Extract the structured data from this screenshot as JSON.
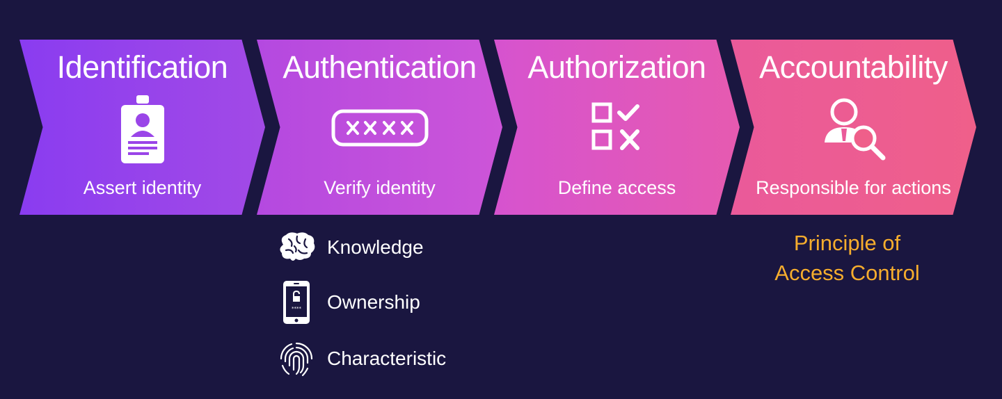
{
  "stages": [
    {
      "title": "Identification",
      "subtitle": "Assert identity",
      "icon": "id-badge-icon",
      "color_start": "#8a3cf0",
      "color_end": "#a24ae6"
    },
    {
      "title": "Authentication",
      "subtitle": "Verify identity",
      "icon": "password-field-icon",
      "color_start": "#b449e0",
      "color_end": "#cd55d8"
    },
    {
      "title": "Authorization",
      "subtitle": "Define access",
      "icon": "checklist-icon",
      "color_start": "#d653cf",
      "color_end": "#e65ab0"
    },
    {
      "title": "Accountability",
      "subtitle": "Responsible for actions",
      "icon": "audit-magnifier-icon",
      "color_start": "#ea5a9a",
      "color_end": "#ef5f8a"
    }
  ],
  "auth_factors": [
    {
      "label": "Knowledge",
      "icon": "brain-icon"
    },
    {
      "label": "Ownership",
      "icon": "smartphone-lock-icon"
    },
    {
      "label": "Characteristic",
      "icon": "fingerprint-icon"
    }
  ],
  "principle": {
    "line1": "Principle of",
    "line2": "Access Control",
    "color": "#f6ad2d"
  },
  "background": "#1a1640"
}
